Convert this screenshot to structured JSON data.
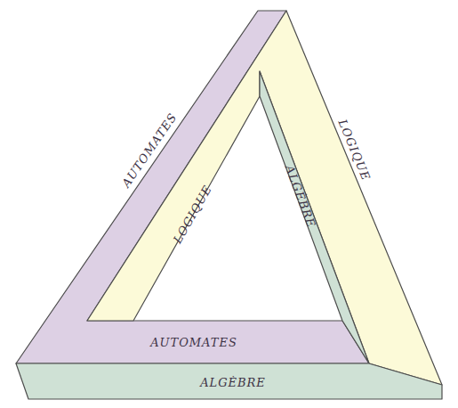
{
  "diagram": {
    "labels": [
      "AUTOMATES",
      "LOGIQUE",
      "LOGIQUE",
      "ALGÈBRE",
      "AUTOMATES",
      "ALGÈBRE"
    ]
  }
}
